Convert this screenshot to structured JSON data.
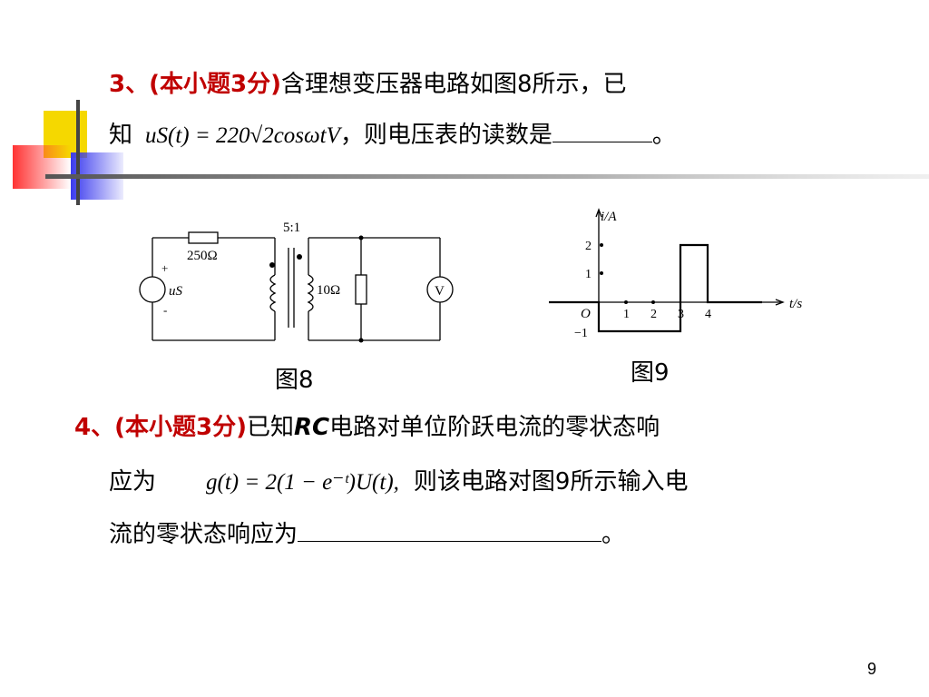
{
  "q3": {
    "number": "3、",
    "points": "(本小题3分)",
    "line1": "含理想变压器电路如图8所示，已",
    "line2_prefix": "知",
    "formula": "uS(t) = 220√2cosωtV",
    "line2_suffix": "，则电压表的读数是",
    "end": "。"
  },
  "fig8": {
    "caption": "图8",
    "ratio": "5:1",
    "resistor1": "250Ω",
    "resistor2": "10Ω",
    "source_plus": "+",
    "source_label": "uS",
    "source_minus": "-",
    "meter": "V"
  },
  "fig9": {
    "caption": "图9",
    "y_axis_label": "i/A",
    "x_axis_label": "t/s",
    "origin": "O",
    "y_ticks": [
      "2",
      "1",
      "−1"
    ],
    "x_ticks": [
      "1",
      "2",
      "3",
      "4"
    ]
  },
  "q4": {
    "number": "4、",
    "points": "(本小题3分)",
    "line1_a": "已知",
    "line1_rc": "RC",
    "line1_b": "电路对单位阶跃电流的零状态响",
    "line2_prefix": "应为",
    "formula": "g(t) = 2(1 − e⁻ᵗ)U(t),",
    "line2_suffix": "则该电路对图9所示输入电",
    "line3": "流的零状态响应为",
    "end": "。"
  },
  "page_number": "9",
  "colors": {
    "accent_red": "#c00000",
    "deco_yellow": "#f5d800",
    "deco_blue": "#3a3aee",
    "deco_red": "#ff3333"
  }
}
